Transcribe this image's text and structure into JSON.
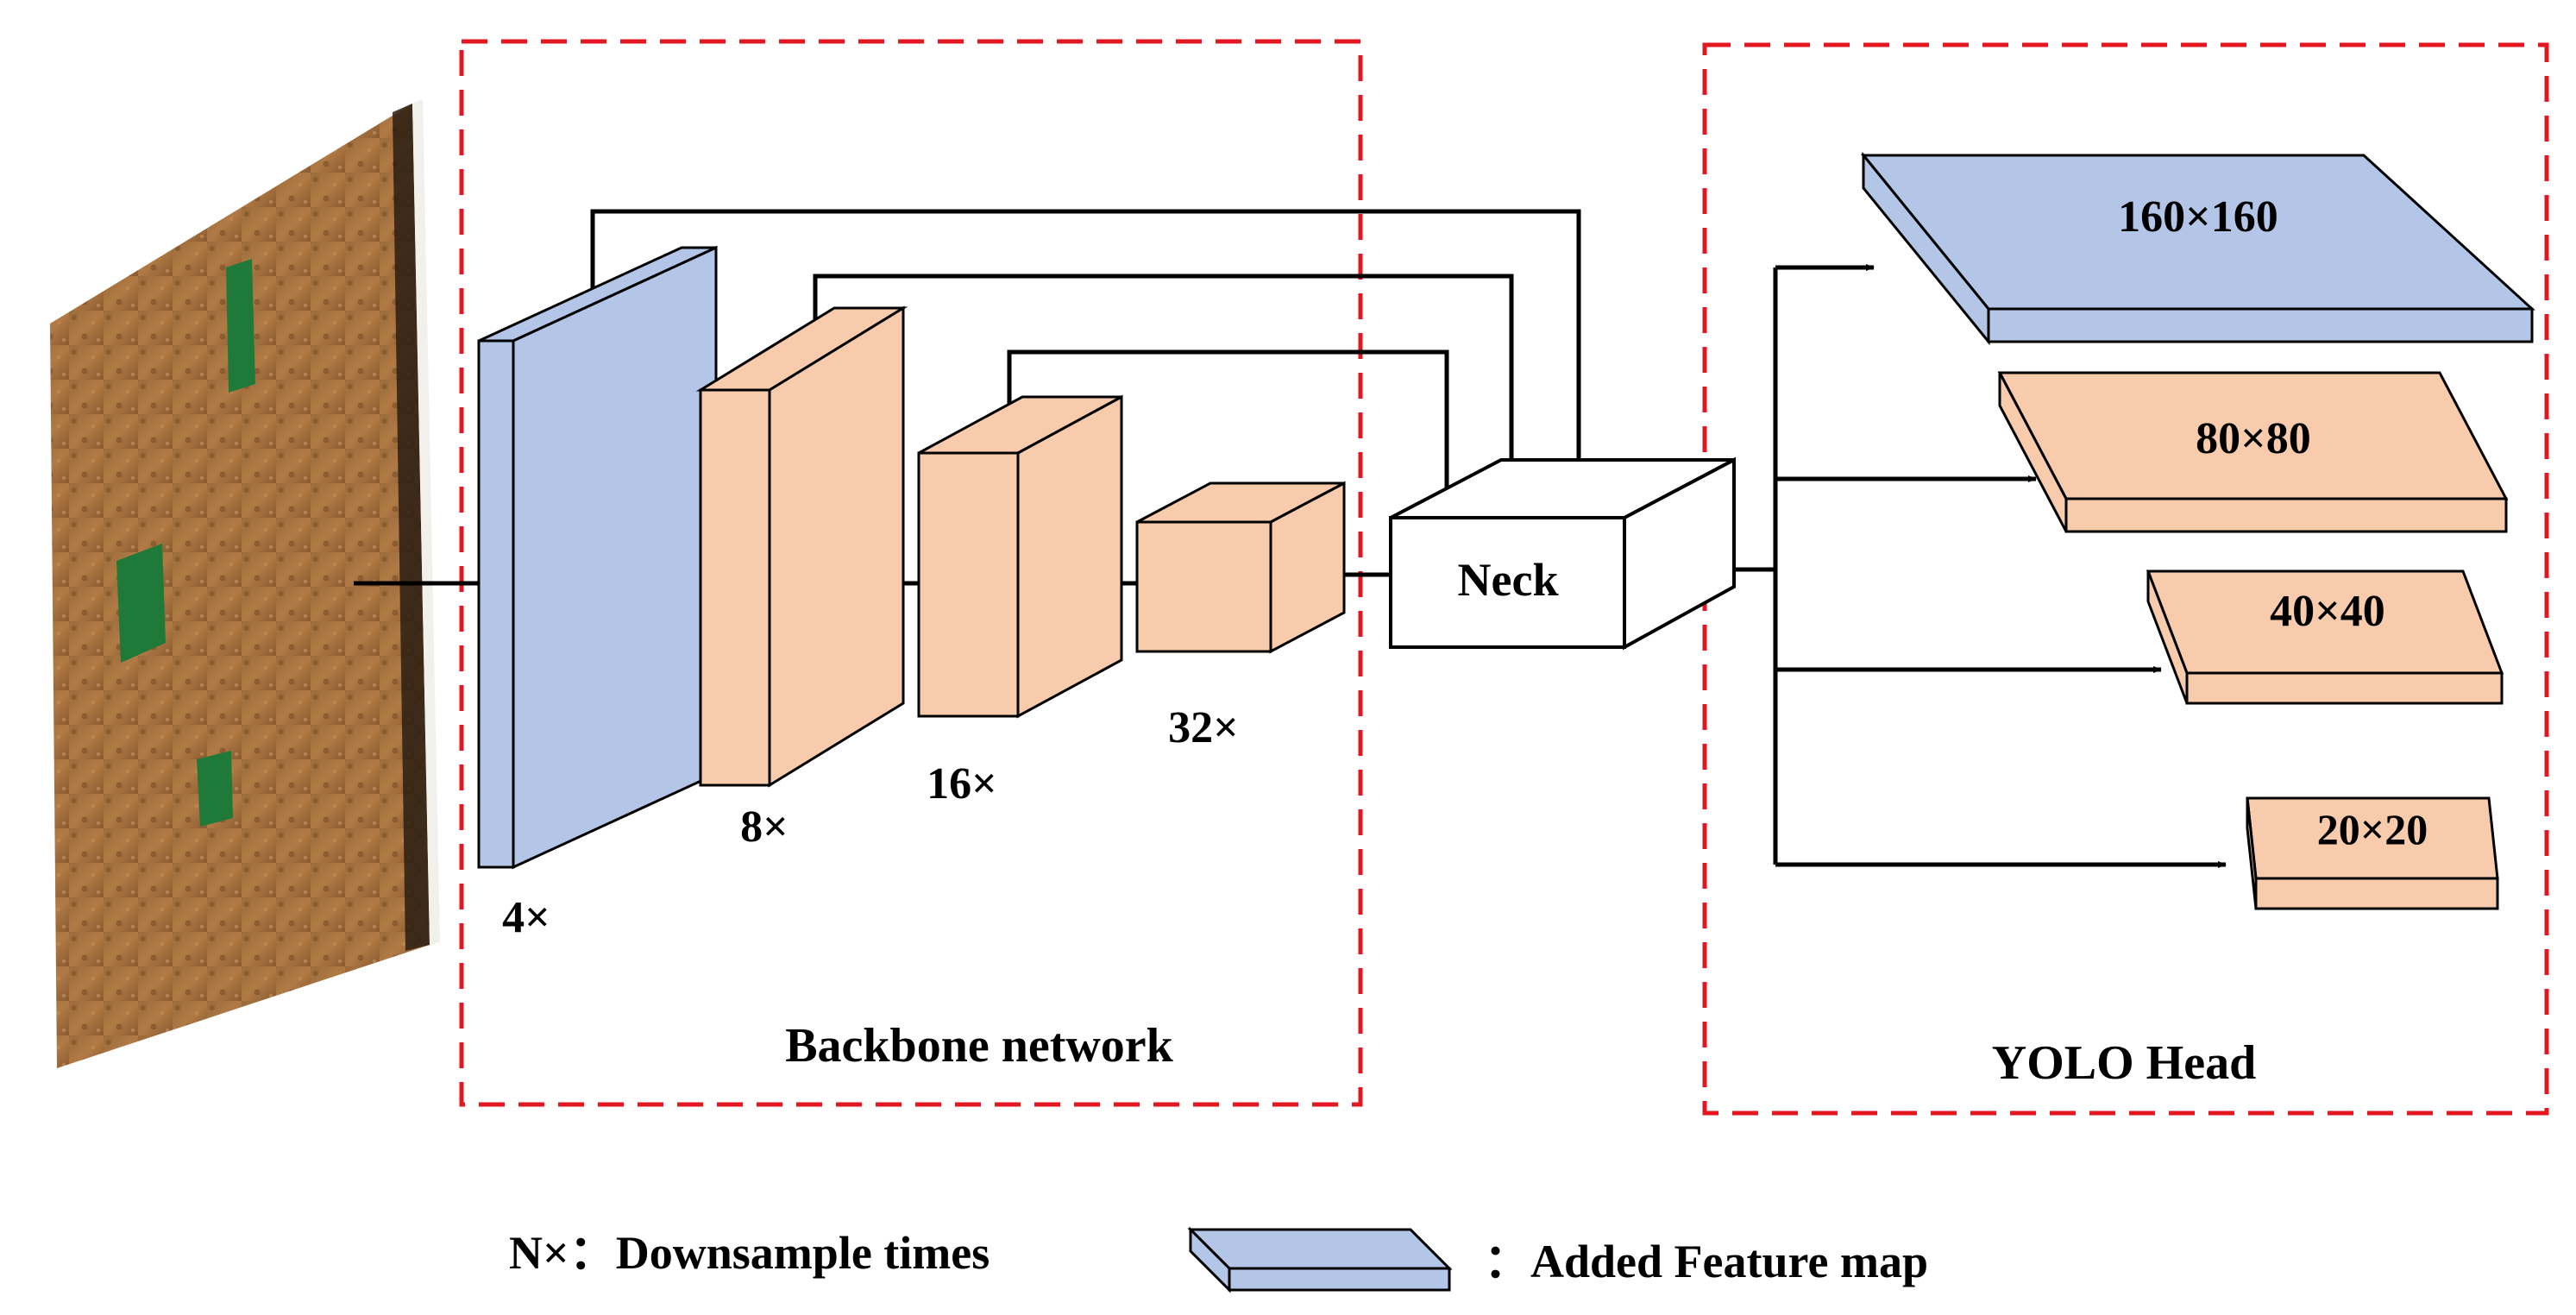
{
  "colors": {
    "blue": "#b4c6e7",
    "orange": "#f8cbad",
    "white": "#ffffff",
    "dashed_border": "#e3171f",
    "line": "#000000"
  },
  "backbone": {
    "title": "Backbone network",
    "stages": [
      {
        "label": "4×",
        "kind": "added"
      },
      {
        "label": "8×",
        "kind": "feature"
      },
      {
        "label": "16×",
        "kind": "feature"
      },
      {
        "label": "32×",
        "kind": "feature"
      }
    ]
  },
  "neck": {
    "label": "Neck"
  },
  "head": {
    "title": "YOLO Head",
    "outputs": [
      {
        "label": "160×160",
        "kind": "added"
      },
      {
        "label": "80×80",
        "kind": "feature"
      },
      {
        "label": "40×40",
        "kind": "feature"
      },
      {
        "label": "20×20",
        "kind": "feature"
      }
    ]
  },
  "legend": {
    "downsample": "N×：Downsample times",
    "added": "：Added Feature map"
  },
  "input_image": {
    "description_icon": "field-photo-icon"
  }
}
